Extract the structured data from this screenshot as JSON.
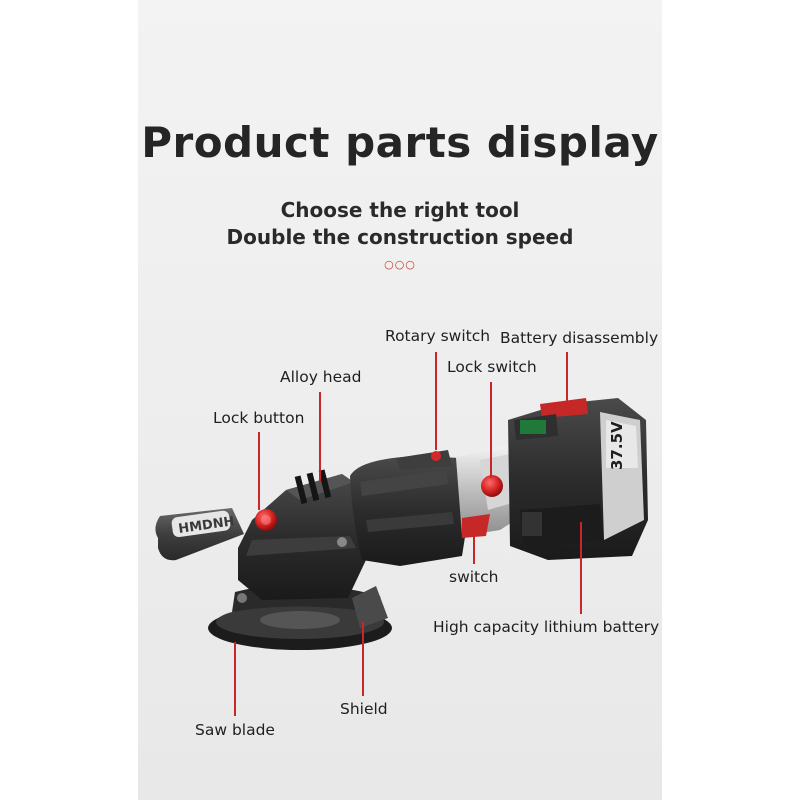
{
  "heading": {
    "title": "Product parts display",
    "subtitle_line1": "Choose the right tool",
    "subtitle_line2": "Double the construction speed",
    "divider_dots": "○○○"
  },
  "labels": {
    "rotary_switch": "Rotary switch",
    "battery_disassembly": "Battery disassembly",
    "lock_switch": "Lock switch",
    "alloy_head": "Alloy head",
    "lock_button": "Lock button",
    "switch": "switch",
    "high_capacity_battery": "High capacity lithium battery",
    "shield": "Shield",
    "saw_blade": "Saw blade"
  },
  "product_markings": {
    "battery_voltage": "37.5V",
    "handle_brand": "HMDNH"
  },
  "colors": {
    "accent": "#c62828",
    "tool_body": "#2b2b2b",
    "background": "#eeeeee"
  }
}
